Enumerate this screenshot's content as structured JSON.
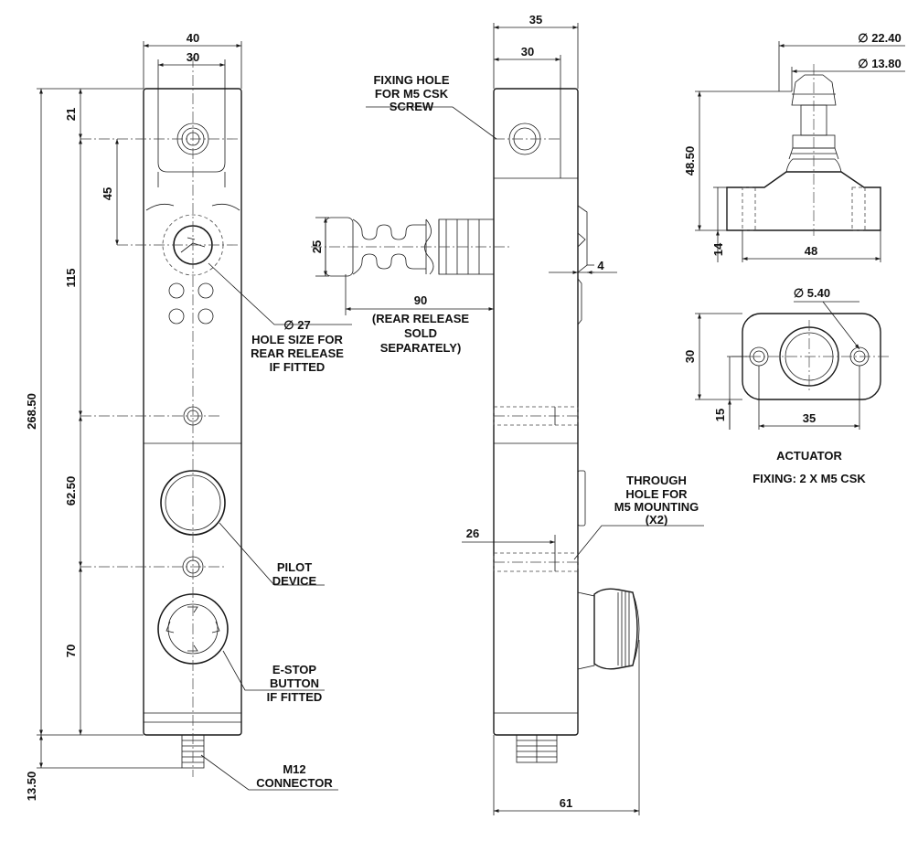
{
  "front_view": {
    "width_outer": "40",
    "width_inner": "30",
    "dim_21": "21",
    "dim_45": "45",
    "dim_115": "115",
    "dim_268": "268.50",
    "dim_62": "62.50",
    "dim_70": "70",
    "dim_13": "13.50",
    "hole_dia": "∅ 27",
    "hole_line1": "HOLE SIZE FOR",
    "hole_line2": "REAR RELEASE",
    "hole_line3": "IF FITTED",
    "pilot_line1": "PILOT",
    "pilot_line2": "DEVICE",
    "estop_line1": "E-STOP",
    "estop_line2": "BUTTON",
    "estop_line3": "IF FITTED",
    "m12_line1": "M12",
    "m12_line2": "CONNECTOR"
  },
  "side_view": {
    "width_outer": "35",
    "width_inner": "30",
    "fix_line1": "FIXING HOLE",
    "fix_line2": "FOR M5 CSK",
    "fix_line3": "SCREW",
    "dim_25": "25",
    "dim_90": "90",
    "rear_line1": "(REAR RELEASE",
    "rear_line2": "SOLD",
    "rear_line3": "SEPARATELY)",
    "dim_4": "4",
    "through_line1": "THROUGH",
    "through_line2": "HOLE FOR",
    "through_line3": "M5 MOUNTING",
    "through_line4": "(X2)",
    "dim_26": "26",
    "dim_61": "61"
  },
  "actuator": {
    "dia_22": "∅ 22.40",
    "dia_13": "∅ 13.80",
    "dim_48_50": "48.50",
    "dim_14": "14",
    "dim_48": "48",
    "dia_5": "∅ 5.40",
    "dim_30": "30",
    "dim_15": "15",
    "dim_35": "35",
    "title": "ACTUATOR",
    "fixing": "FIXING: 2 X M5 CSK"
  }
}
